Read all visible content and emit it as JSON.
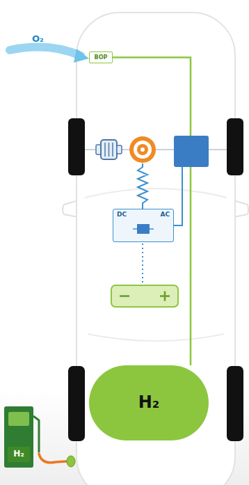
{
  "diagram": {
    "nodes": [
      {
        "text": [
          "BOP"
        ]
      },
      {
        "text": [
          "DC",
          "AC"
        ]
      },
      {
        "text": [
          "H₂"
        ]
      },
      {
        "text": [
          "H₂"
        ]
      }
    ],
    "edges": [
      {
        "from": 0,
        "to": 2,
        "arrow": "none"
      }
    ],
    "labels": [
      "O₂"
    ]
  }
}
